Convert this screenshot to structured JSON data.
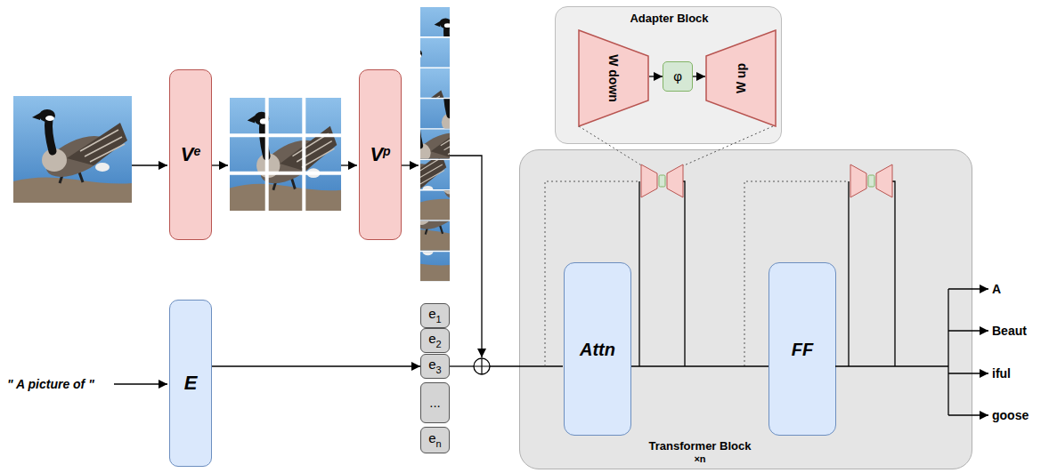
{
  "diagram": {
    "nodes": [
      {
        "text": [
          "V",
          "e"
        ]
      },
      {
        "text": [
          "V",
          "p"
        ]
      },
      {
        "text": [
          "E"
        ]
      },
      {
        "text": [
          "e",
          "1"
        ]
      },
      {
        "text": [
          "e",
          "2"
        ]
      },
      {
        "text": [
          "e",
          "3"
        ]
      },
      {
        "text": [
          "..."
        ]
      },
      {
        "text": [
          "e",
          "n"
        ]
      },
      {
        "text": [
          "Adapter Block"
        ]
      },
      {
        "text": [
          "W down"
        ],
        "in": 8
      },
      {
        "text": [
          "φ"
        ],
        "in": 8
      },
      {
        "text": [
          "W up"
        ],
        "in": 8
      },
      {
        "text": [
          "Transformer Block",
          "×n"
        ]
      },
      {
        "text": [
          "Attn"
        ],
        "in": 12
      },
      {
        "text": [
          "FF"
        ],
        "in": 12
      }
    ],
    "edges": [
      {
        "from": 2,
        "to": 5,
        "arrow": "to"
      },
      {
        "from": 9,
        "to": 10,
        "arrow": "to"
      },
      {
        "from": 10,
        "to": 11,
        "arrow": "to"
      },
      {
        "from": 13,
        "to": 14,
        "arrow": "none"
      }
    ],
    "labels": [
      "\" A picture of \"",
      "A",
      "Beaut",
      "iful",
      "goose"
    ]
  }
}
